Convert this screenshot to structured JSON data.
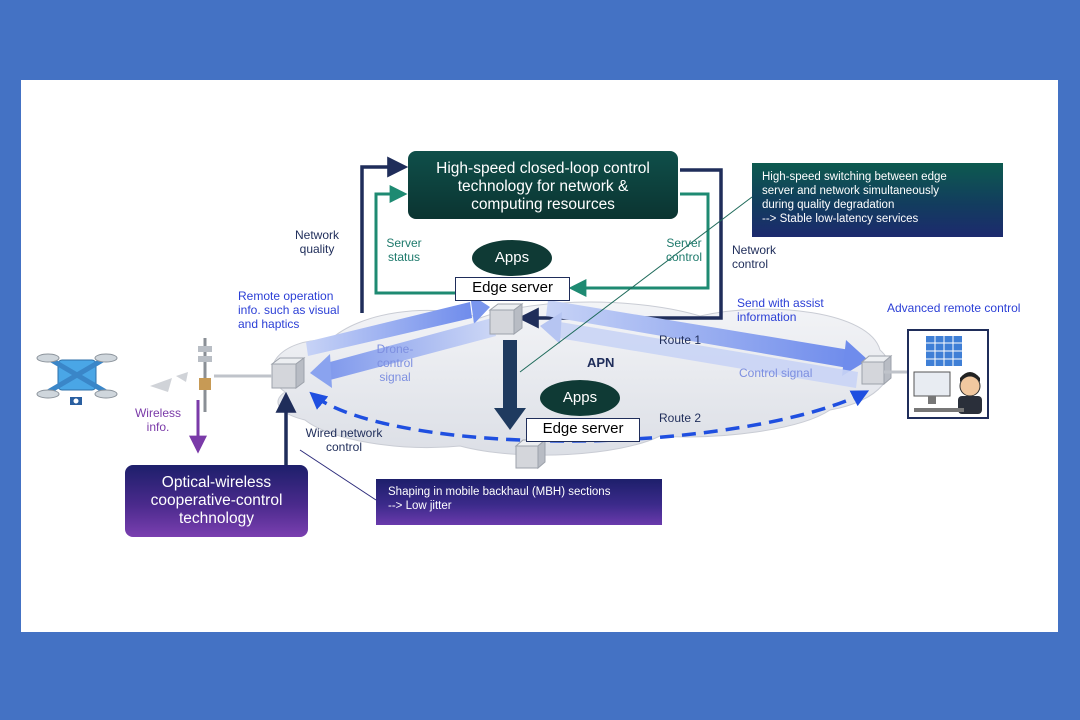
{
  "closed_loop_box": {
    "line1": "High-speed closed-loop control",
    "line2": "technology for network &",
    "line3": "computing resources"
  },
  "switching_box": {
    "line1": "High-speed switching between edge",
    "line2": "server and network simultaneously",
    "line3": "during quality degradation",
    "line4": "--> Stable low-latency services"
  },
  "optical_box": {
    "line1": "Optical-wireless",
    "line2": "cooperative-control",
    "line3": "technology"
  },
  "shaping_box": {
    "line1": "Shaping in mobile backhaul (MBH) sections",
    "line2": "--> Low jitter"
  },
  "labels": {
    "network_quality_1": "Network",
    "network_quality_2": "quality",
    "server_status_left_1": "Server",
    "server_status_left_2": "status",
    "server_control_1": "Server",
    "server_control_2": "control",
    "network_control_1": "Network",
    "network_control_2": "control",
    "remote_op_1": "Remote operation",
    "remote_op_2": "info. such as visual",
    "remote_op_3": "and haptics",
    "send_assist_1": "Send with assist",
    "send_assist_2": "information",
    "advanced_remote": "Advanced remote control",
    "drone_control_1": "Drone-",
    "drone_control_2": "control",
    "drone_control_3": "signal",
    "apn": "APN",
    "route1": "Route 1",
    "route2": "Route 2",
    "control_signal": "Control signal",
    "wireless_info_1": "Wireless",
    "wireless_info_2": "info.",
    "wired_network_1": "Wired network",
    "wired_network_2": "control"
  },
  "edge_top": {
    "apps": "Apps",
    "server": "Edge server"
  },
  "edge_bottom": {
    "apps": "Apps",
    "server": "Edge server"
  },
  "colors": {
    "background": "#4472c4",
    "navy": "#1f2d5a",
    "teal_arrow": "#1e8a72",
    "route_dashed": "#1f4fe0",
    "wide_arrow": "#7a96ee"
  },
  "icons": [
    "drone-icon",
    "antenna-icon",
    "operator-workstation-icon",
    "router-icon"
  ]
}
